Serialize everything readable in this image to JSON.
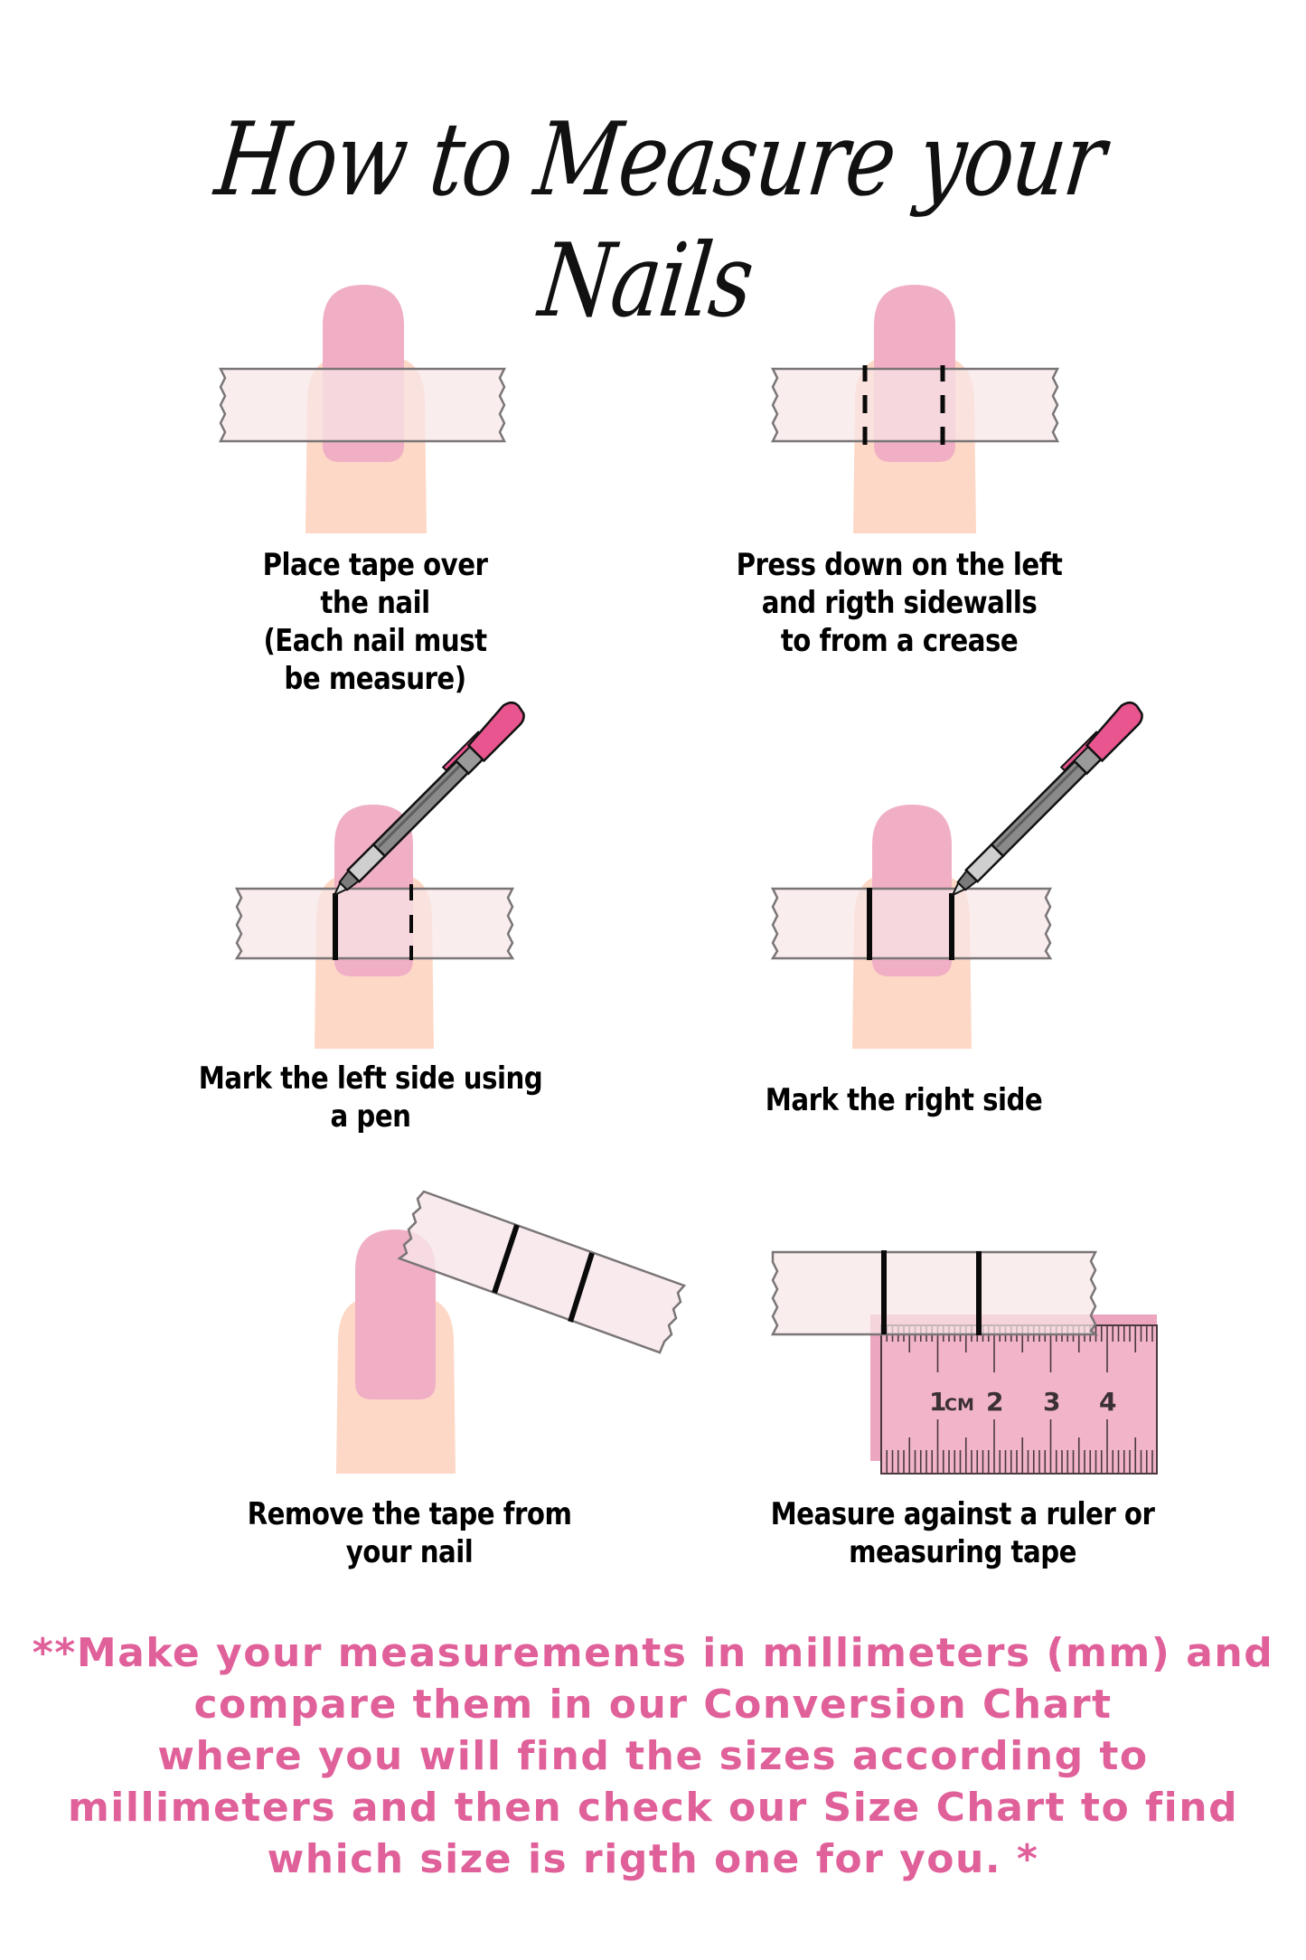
{
  "title": "How to Measure your Nails",
  "colors": {
    "nail": "#f0afc5",
    "skin": "#fdd8c6",
    "tape_fill": "#f9ebec",
    "tape_stroke": "#7a7576",
    "mark": "#0a0a0a",
    "pen_cap": "#e8558f",
    "ruler": "#f2b4c8",
    "note_text": "#e0609a"
  },
  "steps": [
    {
      "id": 1,
      "caption_lines": [
        "Place tape over",
        "the nail",
        "(Each nail must",
        "be measure)"
      ]
    },
    {
      "id": 2,
      "caption_lines": [
        "Press down on the left",
        "and rigth sidewalls",
        "to from a crease"
      ]
    },
    {
      "id": 3,
      "caption_lines": [
        "Mark the left side using",
        "a pen"
      ]
    },
    {
      "id": 4,
      "caption_lines": [
        "Mark the right side"
      ]
    },
    {
      "id": 5,
      "caption_lines": [
        "Remove the tape from",
        "your nail"
      ]
    },
    {
      "id": 6,
      "caption_lines": [
        "Measure against a ruler or",
        "measuring tape"
      ]
    }
  ],
  "ruler": {
    "labels": [
      "1",
      "CM",
      "2",
      "3",
      "4"
    ]
  },
  "note": {
    "lines": [
      "**Make your measurements in millimeters (mm) and",
      "compare them in our Conversion Chart",
      "where you will find the sizes according to",
      "millimeters and then check our Size Chart to find",
      "which size is rigth one for you. *"
    ]
  }
}
